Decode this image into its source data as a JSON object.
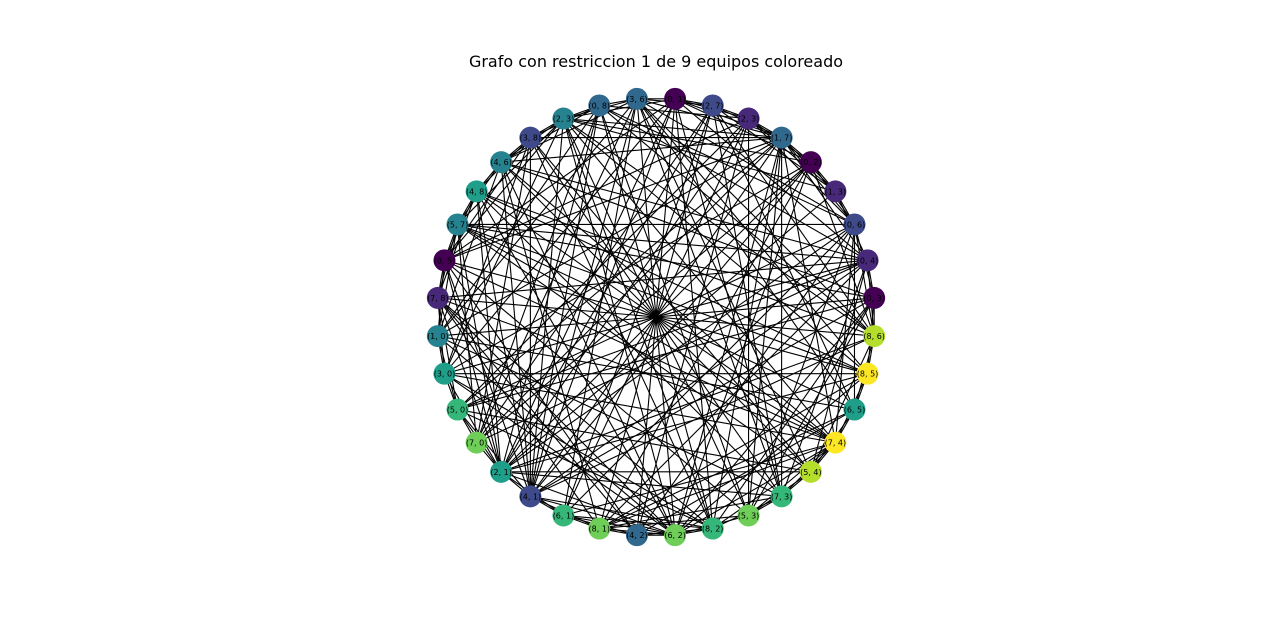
{
  "title": "Grafo con restriccion 1 de 9 equipos coloreado",
  "palette": {
    "0": "#440154",
    "1": "#482878",
    "2": "#3e4a89",
    "3": "#31688e",
    "4": "#26828e",
    "5": "#1f9e89",
    "6": "#35b779",
    "7": "#6ece58",
    "8": "#b5de2b",
    "9": "#fde725"
  },
  "nodes": [
    {
      "label": "(0, 1)",
      "color": 0
    },
    {
      "label": "(2, 7)",
      "color": 2
    },
    {
      "label": "(2, 3)",
      "color": 1
    },
    {
      "label": "(1, 7)",
      "color": 3
    },
    {
      "label": "(0, 2)",
      "color": 0
    },
    {
      "label": "(1, 3)",
      "color": 1
    },
    {
      "label": "(0, 6)",
      "color": 2
    },
    {
      "label": "(0, 4)",
      "color": 1
    },
    {
      "label": "(0, 3)",
      "color": 0
    },
    {
      "label": "(8, 6)",
      "color": 8
    },
    {
      "label": "(8, 5)",
      "color": 9
    },
    {
      "label": "(6, 5)",
      "color": 5
    },
    {
      "label": "(7, 4)",
      "color": 9
    },
    {
      "label": "(5, 4)",
      "color": 8
    },
    {
      "label": "(7, 3)",
      "color": 6
    },
    {
      "label": "(5, 3)",
      "color": 7
    },
    {
      "label": "(8, 2)",
      "color": 6
    },
    {
      "label": "(6, 2)",
      "color": 7
    },
    {
      "label": "(4, 2)",
      "color": 3
    },
    {
      "label": "(8, 1)",
      "color": 7
    },
    {
      "label": "(6, 1)",
      "color": 6
    },
    {
      "label": "(4, 1)",
      "color": 2
    },
    {
      "label": "(2, 1)",
      "color": 5
    },
    {
      "label": "(7, 0)",
      "color": 7
    },
    {
      "label": "(5, 0)",
      "color": 6
    },
    {
      "label": "(3, 0)",
      "color": 5
    },
    {
      "label": "(1, 0)",
      "color": 4
    },
    {
      "label": "(7, 8)",
      "color": 1
    },
    {
      "label": "(0, 5)",
      "color": 0
    },
    {
      "label": "(5, 7)",
      "color": 4
    },
    {
      "label": "(4, 8)",
      "color": 5
    },
    {
      "label": "(4, 6)",
      "color": 4
    },
    {
      "label": "(3, 8)",
      "color": 2
    },
    {
      "label": "(2, 3)",
      "color": 4
    },
    {
      "label": "(0, 8)",
      "color": 3
    },
    {
      "label": "(3, 6)",
      "color": 3
    }
  ]
}
